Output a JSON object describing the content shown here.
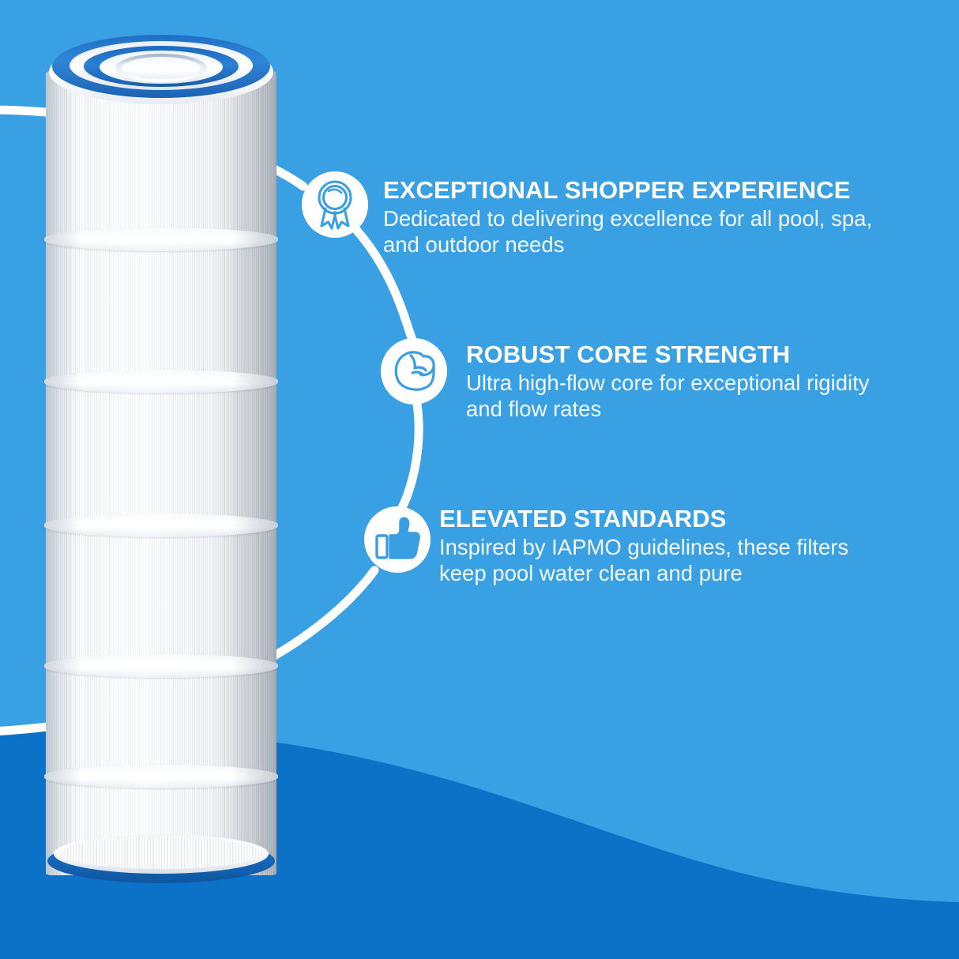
{
  "theme": {
    "background_sky": "#3aa0e4",
    "wave_deep": "#0b72c8",
    "text_white": "#ffffff",
    "icon_blue": "#3a9ee2"
  },
  "product": {
    "name": "pool-filter-cartridge",
    "cap_color": "#1f6fc4",
    "body_color": "#ffffff"
  },
  "features": [
    {
      "icon": "award-ribbon-icon",
      "title": "EXCEPTIONAL SHOPPER EXPERIENCE",
      "desc_lines": [
        "Dedicated to delivering excellence for all pool, spa,",
        "and outdoor needs"
      ]
    },
    {
      "icon": "flexed-bicep-icon",
      "title": "ROBUST CORE STRENGTH",
      "desc_lines": [
        "Ultra high-flow core for exceptional rigidity",
        "and flow rates"
      ]
    },
    {
      "icon": "thumbs-up-icon",
      "title": "ELEVATED STANDARDS",
      "desc_lines": [
        "Inspired by IAPMO guidelines, these filters",
        "keep pool water clean and pure"
      ]
    }
  ]
}
